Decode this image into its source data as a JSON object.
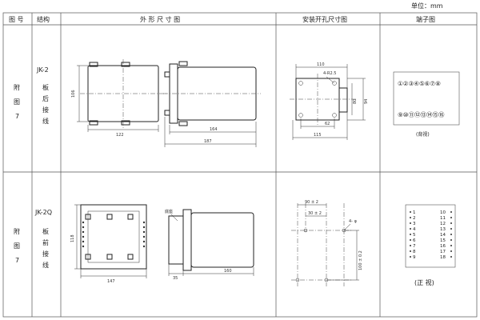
{
  "unit_label": "单位：mm",
  "headers": {
    "figure_no": "图 号",
    "structure": "结构",
    "outline": "外 形 尺 寸 图",
    "mounting": "安装开孔尺寸图",
    "terminals": "端子图"
  },
  "row1": {
    "fig_no": [
      "附",
      "图",
      "7"
    ],
    "model": "JK-2",
    "wiring": [
      "板",
      "后",
      "接",
      "线"
    ],
    "outline_dims": {
      "height": "106",
      "width": "122",
      "depth_a": "164",
      "depth_b": "187"
    },
    "mounting_dims": {
      "top": "110",
      "holes": "4-R2.5",
      "h1": "80",
      "h2": "94",
      "bottom_a": "62",
      "bottom_b": "115"
    },
    "terminal_top_row": [
      "①",
      "②",
      "③",
      "④",
      "⑤",
      "⑥",
      "⑦",
      "⑧"
    ],
    "terminal_bottom_row": [
      "⑨",
      "⑩",
      "⑪",
      "⑫",
      "⑬",
      "⑭",
      "⑮",
      "⑯"
    ],
    "terminal_note": "(背视)"
  },
  "row2": {
    "fig_no": [
      "附",
      "图",
      "7"
    ],
    "model": "JK-2Q",
    "wiring": [
      "板",
      "前",
      "接",
      "线"
    ],
    "outline_dims": {
      "height": "118",
      "width": "147",
      "panel_label": "底座",
      "depth_a": "35",
      "depth_b": "160"
    },
    "mounting_dims": {
      "top_a": "90 ± 2",
      "top_b": "30 ± 2",
      "holes": "4- φ",
      "height": "100 ± 0.2"
    },
    "terminal_left": [
      "1",
      "2",
      "3",
      "4",
      "5",
      "6",
      "7",
      "8",
      "9"
    ],
    "terminal_right": [
      "10",
      "11",
      "12",
      "13",
      "14",
      "15",
      "16",
      "17",
      "18"
    ],
    "terminal_note": "(正 视)"
  }
}
